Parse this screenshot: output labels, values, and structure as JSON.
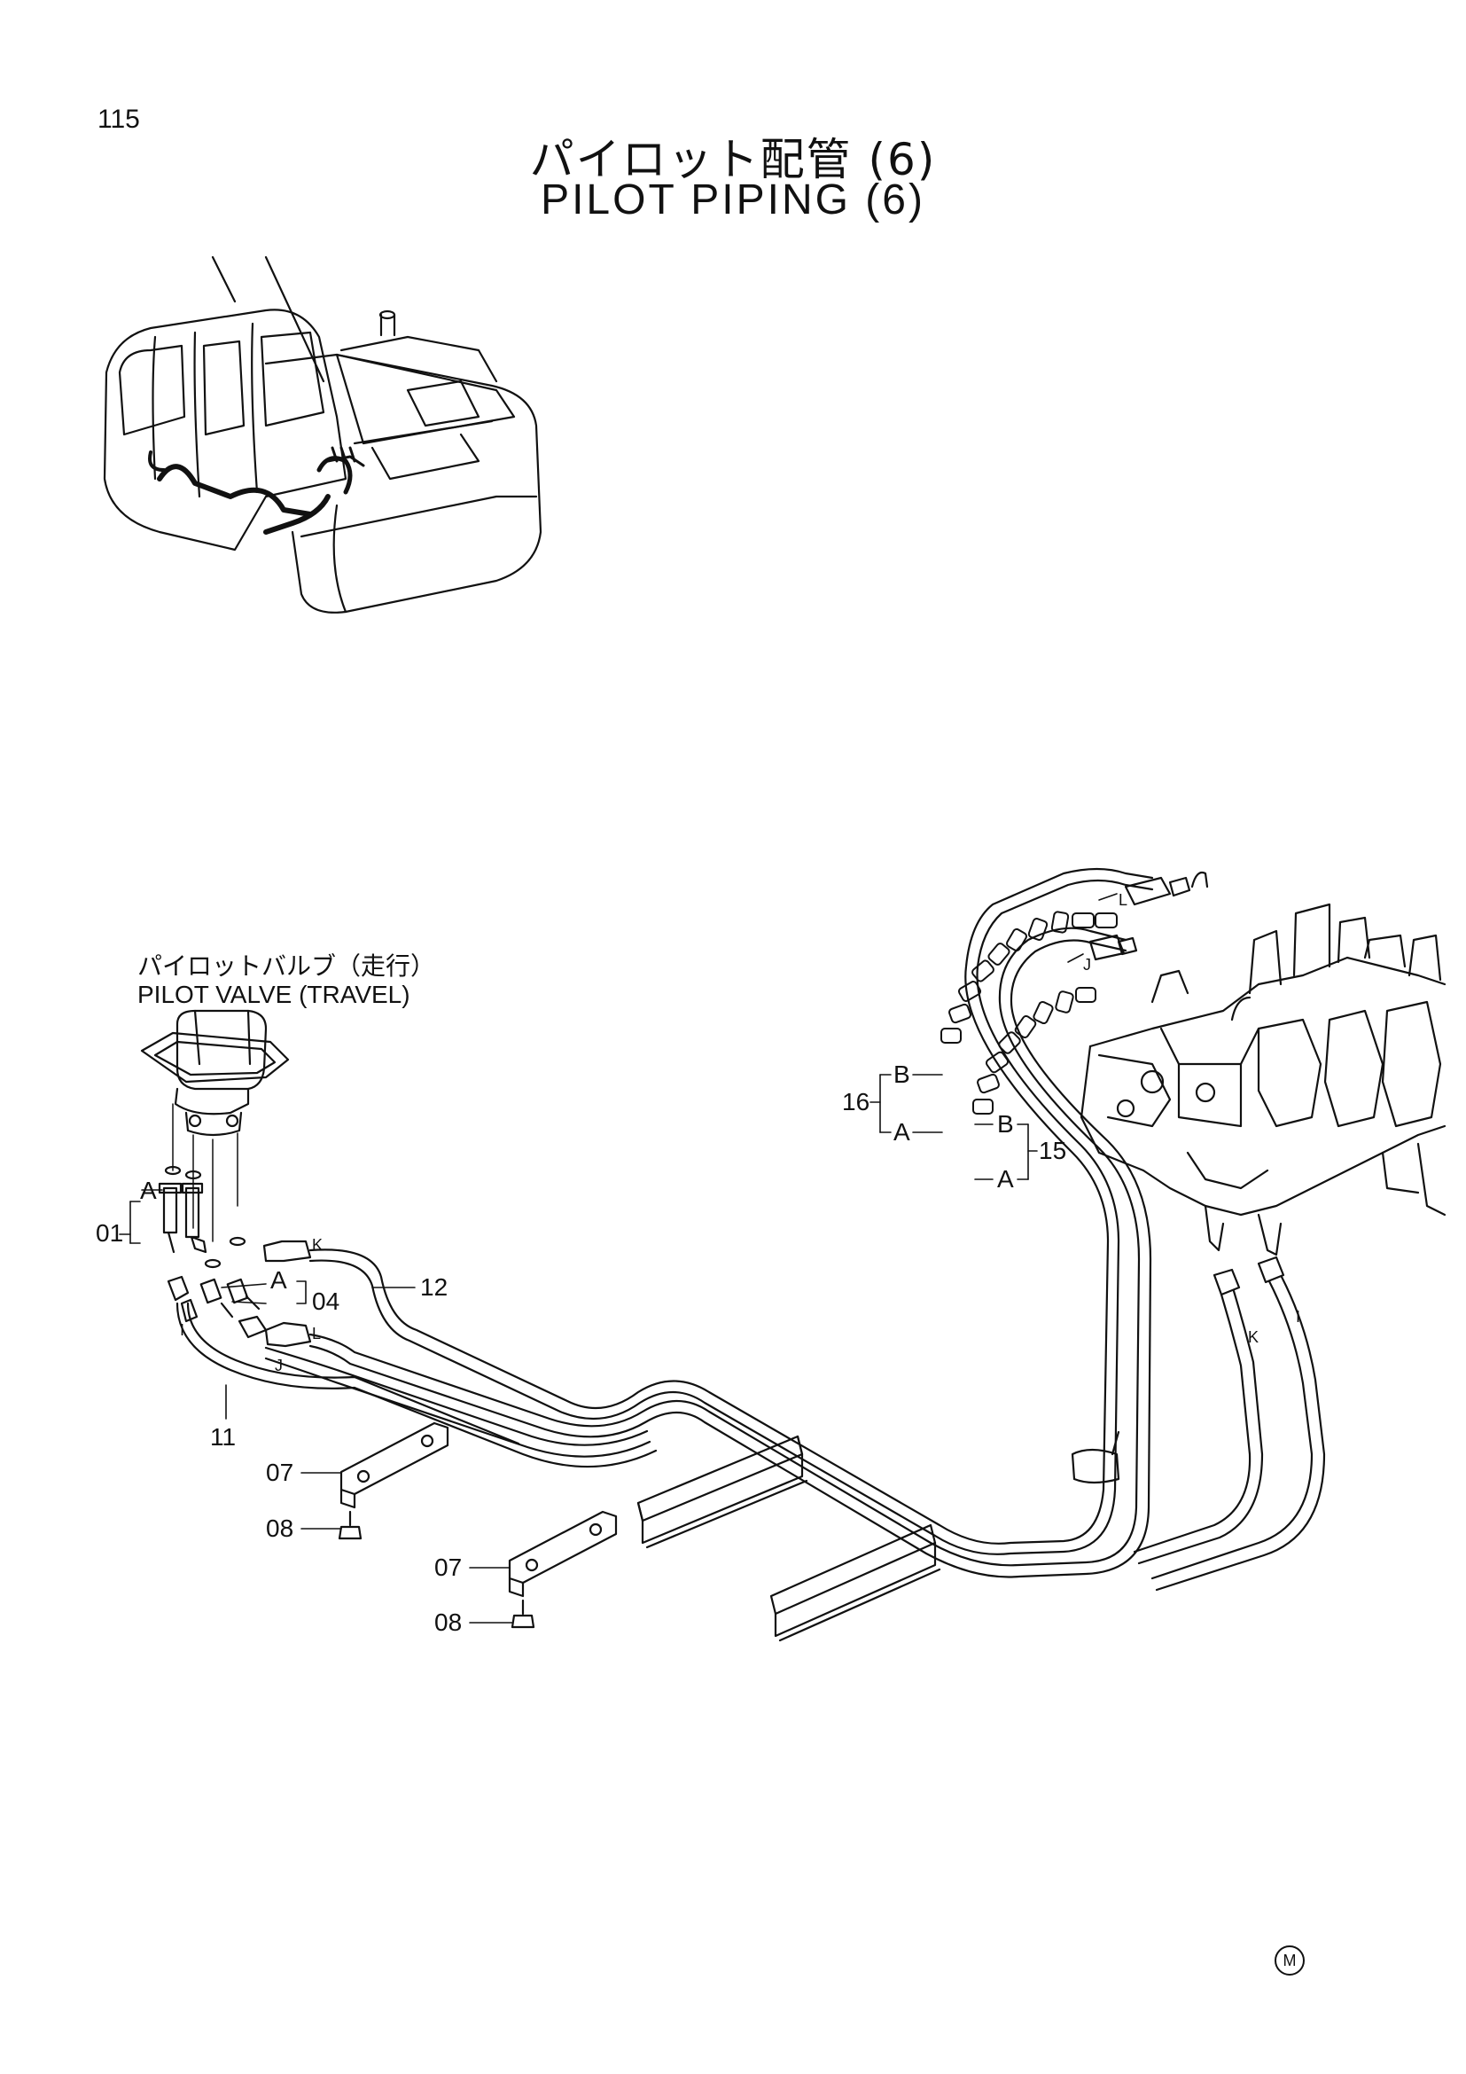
{
  "page_number": "115",
  "title": {
    "japanese": "パイロット配管 (6)",
    "english": "PILOT PIPING (6)"
  },
  "component_label": {
    "japanese": "パイロットバルブ（走行）",
    "english": "PILOT VALVE (TRAVEL)"
  },
  "callouts": {
    "part_01": "01",
    "part_04": "04",
    "part_07_upper": "07",
    "part_07_lower": "07",
    "part_08_upper": "08",
    "part_08_lower": "08",
    "part_11": "11",
    "part_12": "12",
    "part_15": "15",
    "part_16": "16",
    "ref_A_01": "A",
    "ref_A_04": "A",
    "ref_A_16": "A",
    "ref_B_16": "B",
    "ref_A_15": "A",
    "ref_B_15": "B"
  },
  "port_letters": {
    "K_valve": "K",
    "I_valve": "I",
    "L_valve": "L",
    "J_valve": "J",
    "L_control": "L",
    "J_control": "J",
    "K_control": "K",
    "I_control": "I"
  },
  "maker_mark": "M",
  "colors": {
    "line": "#111111",
    "paper": "#ffffff"
  }
}
